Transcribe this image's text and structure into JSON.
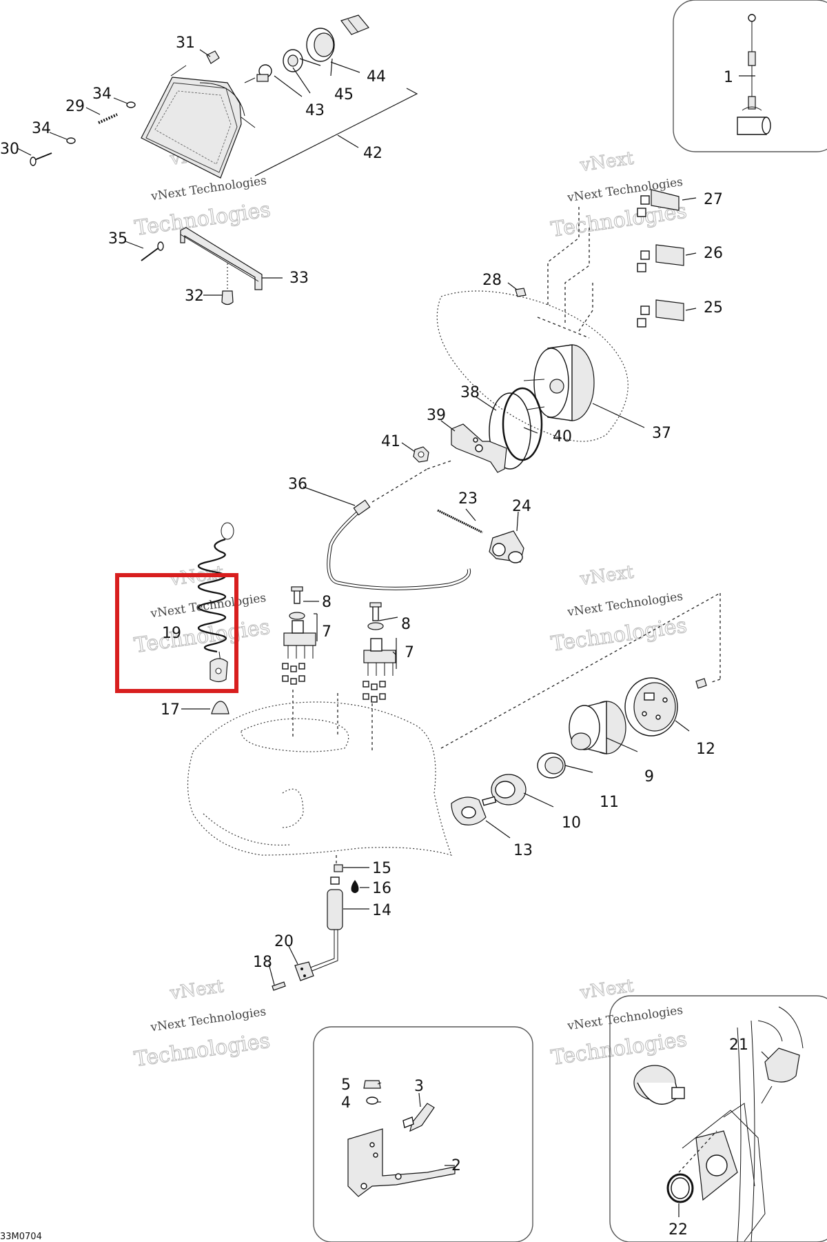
{
  "diagram_code": "33M0704",
  "watermark": {
    "line1": "vNext Technologies",
    "line2": "Technologies",
    "line0": "vNext"
  },
  "highlight_color": "#d81e1e",
  "callouts": {
    "c1": "1",
    "c2": "2",
    "c3": "3",
    "c4": "4",
    "c5": "5",
    "c7a": "7",
    "c7b": "7",
    "c8a": "8",
    "c8b": "8",
    "c9": "9",
    "c10": "10",
    "c11": "11",
    "c12": "12",
    "c13": "13",
    "c14": "14",
    "c15": "15",
    "c16": "16",
    "c17": "17",
    "c18": "18",
    "c19": "19",
    "c20": "20",
    "c21": "21",
    "c22": "22",
    "c23": "23",
    "c24": "24",
    "c25": "25",
    "c26": "26",
    "c27": "27",
    "c28": "28",
    "c29": "29",
    "c30": "30",
    "c31": "31",
    "c32": "32",
    "c33": "33",
    "c34a": "34",
    "c34b": "34",
    "c35": "35",
    "c36": "36",
    "c37": "37",
    "c38": "38",
    "c39": "39",
    "c40": "40",
    "c41": "41",
    "c42": "42",
    "c43": "43",
    "c44": "44",
    "c45": "45"
  }
}
